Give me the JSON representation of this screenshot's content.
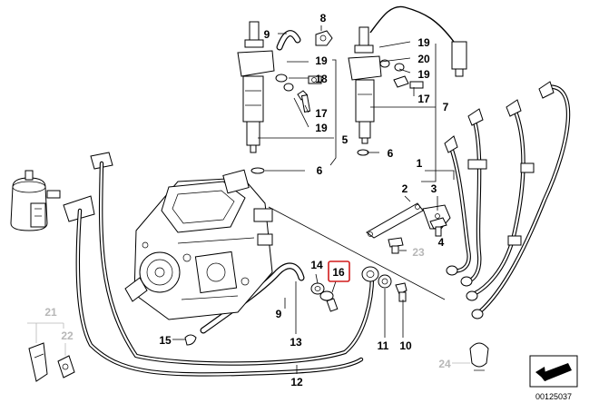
{
  "diagram": {
    "document_id": "00125037",
    "highlighted_part": "16",
    "callouts": {
      "p1": "1",
      "p2": "2",
      "p3": "3",
      "p4": "4",
      "p5": "5",
      "p6a": "6",
      "p6b": "6",
      "p7": "7",
      "p8": "8",
      "p9a": "9",
      "p9b": "9",
      "p10": "10",
      "p11": "11",
      "p12": "12",
      "p13": "13",
      "p14": "14",
      "p15": "15",
      "p16": "16",
      "p17a": "17",
      "p17b": "17",
      "p18": "18",
      "p19a": "19",
      "p19b": "19",
      "p19c": "19",
      "p19d": "19",
      "p20": "20",
      "p21": "21",
      "p22": "22",
      "p23": "23",
      "p24": "24"
    },
    "colors": {
      "line": "#000000",
      "highlight": "#d01c1c",
      "inactive_label": "#b7b7b7"
    }
  }
}
